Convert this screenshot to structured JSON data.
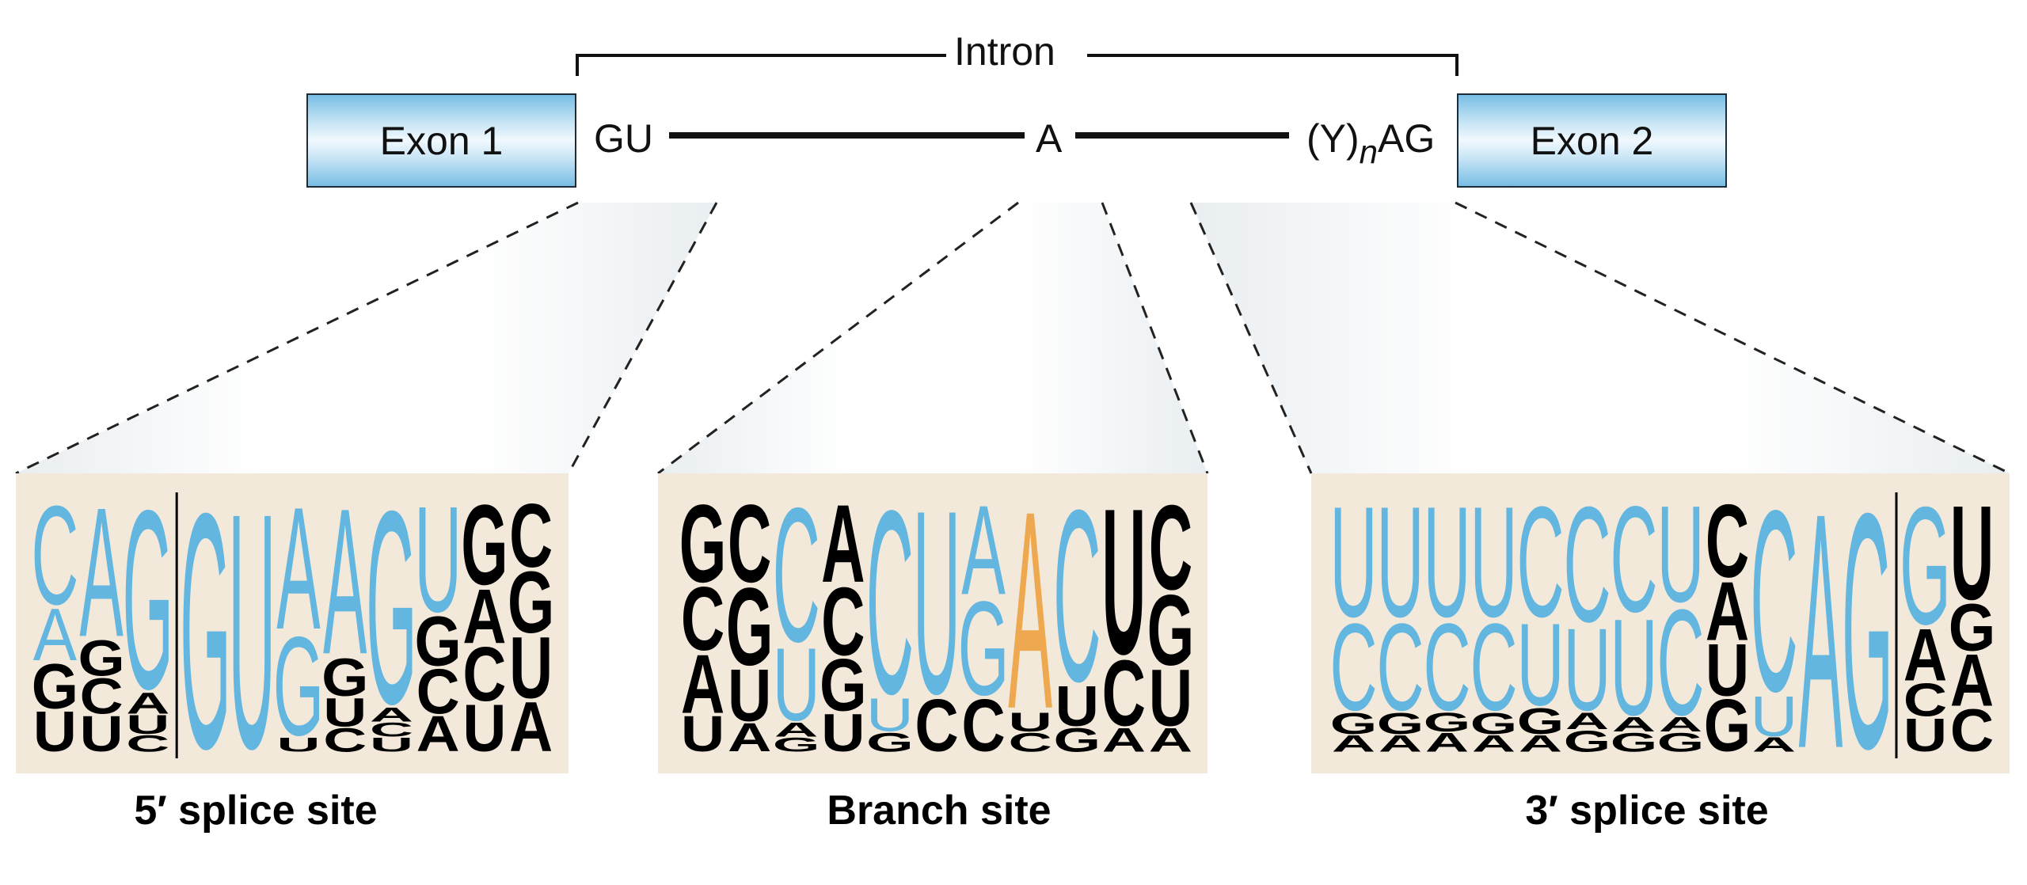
{
  "gene_structure": {
    "intron_label": "Intron",
    "exon1_label": "Exon 1",
    "exon2_label": "Exon 2",
    "donor_dinucleotide": "GU",
    "branch_point": "A",
    "acceptor_prefix": "(Y)",
    "acceptor_subscript": "n",
    "acceptor_dinucleotide": "AG"
  },
  "colors": {
    "conserved": "#62b6df",
    "branch_a": "#eea84f",
    "other": "#000000",
    "panel_bg": "#f3e9da",
    "exon_fill": "#78bde4"
  },
  "logos": [
    {
      "id": "five-prime",
      "title": "5′ splice site",
      "divider_after": 3,
      "columns": [
        [
          [
            "C",
            0.42,
            "c"
          ],
          [
            "A",
            0.22,
            "c"
          ],
          [
            "G",
            0.19,
            "o"
          ],
          [
            "U",
            0.17,
            "o"
          ]
        ],
        [
          [
            "A",
            0.55,
            "c"
          ],
          [
            "G",
            0.15,
            "o"
          ],
          [
            "C",
            0.15,
            "o"
          ],
          [
            "U",
            0.15,
            "o"
          ]
        ],
        [
          [
            "G",
            0.76,
            "c"
          ],
          [
            "A",
            0.09,
            "o"
          ],
          [
            "U",
            0.08,
            "o"
          ],
          [
            "C",
            0.07,
            "o"
          ]
        ],
        [
          [
            "G",
            1.0,
            "c"
          ]
        ],
        [
          [
            "U",
            1.0,
            "c"
          ]
        ],
        [
          [
            "A",
            0.52,
            "c"
          ],
          [
            "G",
            0.42,
            "c"
          ],
          [
            "U",
            0.06,
            "o"
          ]
        ],
        [
          [
            "A",
            0.62,
            "c"
          ],
          [
            "G",
            0.16,
            "o"
          ],
          [
            "U",
            0.12,
            "o"
          ],
          [
            "C",
            0.1,
            "o"
          ]
        ],
        [
          [
            "G",
            0.82,
            "c"
          ],
          [
            "A",
            0.06,
            "o"
          ],
          [
            "C",
            0.06,
            "o"
          ],
          [
            "U",
            0.06,
            "o"
          ]
        ],
        [
          [
            "U",
            0.45,
            "c"
          ],
          [
            "G",
            0.21,
            "o"
          ],
          [
            "C",
            0.19,
            "o"
          ],
          [
            "A",
            0.15,
            "o"
          ]
        ],
        [
          [
            "G",
            0.34,
            "o"
          ],
          [
            "A",
            0.23,
            "o"
          ],
          [
            "C",
            0.23,
            "o"
          ],
          [
            "U",
            0.2,
            "o"
          ]
        ],
        [
          [
            "C",
            0.27,
            "o"
          ],
          [
            "G",
            0.26,
            "o"
          ],
          [
            "U",
            0.26,
            "o"
          ],
          [
            "A",
            0.21,
            "o"
          ]
        ]
      ]
    },
    {
      "id": "branch",
      "title": "Branch site",
      "divider_after": null,
      "columns": [
        [
          [
            "G",
            0.33,
            "o"
          ],
          [
            "C",
            0.27,
            "o"
          ],
          [
            "A",
            0.25,
            "o"
          ],
          [
            "U",
            0.15,
            "o"
          ]
        ],
        [
          [
            "C",
            0.33,
            "o"
          ],
          [
            "G",
            0.33,
            "o"
          ],
          [
            "U",
            0.22,
            "o"
          ],
          [
            "A",
            0.12,
            "o"
          ]
        ],
        [
          [
            "C",
            0.57,
            "c"
          ],
          [
            "U",
            0.31,
            "c"
          ],
          [
            "A",
            0.06,
            "o"
          ],
          [
            "G",
            0.06,
            "o"
          ]
        ],
        [
          [
            "A",
            0.33,
            "o"
          ],
          [
            "C",
            0.29,
            "o"
          ],
          [
            "G",
            0.22,
            "o"
          ],
          [
            "U",
            0.16,
            "o"
          ]
        ],
        [
          [
            "C",
            0.78,
            "c"
          ],
          [
            "U",
            0.14,
            "c"
          ],
          [
            "G",
            0.08,
            "o"
          ]
        ],
        [
          [
            "U",
            0.78,
            "c"
          ],
          [
            "C",
            0.22,
            "o"
          ]
        ],
        [
          [
            "A",
            0.38,
            "c"
          ],
          [
            "G",
            0.4,
            "c"
          ],
          [
            "C",
            0.22,
            "o"
          ]
        ],
        [
          [
            "A",
            0.84,
            "b"
          ],
          [
            "U",
            0.08,
            "o"
          ],
          [
            "C",
            0.08,
            "o"
          ]
        ],
        [
          [
            "C",
            0.73,
            "c"
          ],
          [
            "U",
            0.17,
            "o"
          ],
          [
            "G",
            0.1,
            "o"
          ]
        ],
        [
          [
            "U",
            0.62,
            "o"
          ],
          [
            "C",
            0.28,
            "o"
          ],
          [
            "A",
            0.1,
            "o"
          ]
        ],
        [
          [
            "C",
            0.36,
            "o"
          ],
          [
            "G",
            0.3,
            "o"
          ],
          [
            "U",
            0.24,
            "o"
          ],
          [
            "A",
            0.1,
            "o"
          ]
        ]
      ]
    },
    {
      "id": "three-prime",
      "title": "3′ splice site",
      "divider_after": 12,
      "columns": [
        [
          [
            "U",
            0.47,
            "c"
          ],
          [
            "C",
            0.37,
            "c"
          ],
          [
            "G",
            0.09,
            "o"
          ],
          [
            "A",
            0.07,
            "o"
          ]
        ],
        [
          [
            "U",
            0.47,
            "c"
          ],
          [
            "C",
            0.37,
            "c"
          ],
          [
            "G",
            0.09,
            "o"
          ],
          [
            "A",
            0.07,
            "o"
          ]
        ],
        [
          [
            "U",
            0.47,
            "c"
          ],
          [
            "C",
            0.37,
            "c"
          ],
          [
            "G",
            0.08,
            "o"
          ],
          [
            "A",
            0.08,
            "o"
          ]
        ],
        [
          [
            "U",
            0.47,
            "c"
          ],
          [
            "C",
            0.37,
            "c"
          ],
          [
            "G",
            0.09,
            "o"
          ],
          [
            "A",
            0.07,
            "o"
          ]
        ],
        [
          [
            "C",
            0.47,
            "c"
          ],
          [
            "U",
            0.35,
            "c"
          ],
          [
            "G",
            0.11,
            "o"
          ],
          [
            "A",
            0.07,
            "o"
          ]
        ],
        [
          [
            "C",
            0.49,
            "c"
          ],
          [
            "U",
            0.35,
            "c"
          ],
          [
            "A",
            0.07,
            "o"
          ],
          [
            "G",
            0.09,
            "o"
          ]
        ],
        [
          [
            "C",
            0.45,
            "c"
          ],
          [
            "U",
            0.41,
            "c"
          ],
          [
            "A",
            0.06,
            "o"
          ],
          [
            "G",
            0.08,
            "o"
          ]
        ],
        [
          [
            "U",
            0.41,
            "c"
          ],
          [
            "C",
            0.45,
            "c"
          ],
          [
            "A",
            0.06,
            "o"
          ],
          [
            "G",
            0.08,
            "o"
          ]
        ],
        [
          [
            "C",
            0.31,
            "o"
          ],
          [
            "A",
            0.25,
            "o"
          ],
          [
            "U",
            0.22,
            "o"
          ],
          [
            "G",
            0.22,
            "o"
          ]
        ],
        [
          [
            "C",
            0.77,
            "c"
          ],
          [
            "U",
            0.17,
            "c"
          ],
          [
            "A",
            0.06,
            "o"
          ]
        ],
        [
          [
            "A",
            1.0,
            "c"
          ]
        ],
        [
          [
            "G",
            1.0,
            "c"
          ]
        ],
        [
          [
            "G",
            0.5,
            "c"
          ],
          [
            "A",
            0.22,
            "o"
          ],
          [
            "C",
            0.14,
            "o"
          ],
          [
            "U",
            0.14,
            "o"
          ]
        ],
        [
          [
            "U",
            0.4,
            "o"
          ],
          [
            "G",
            0.2,
            "o"
          ],
          [
            "A",
            0.22,
            "o"
          ],
          [
            "C",
            0.18,
            "o"
          ]
        ]
      ]
    }
  ]
}
